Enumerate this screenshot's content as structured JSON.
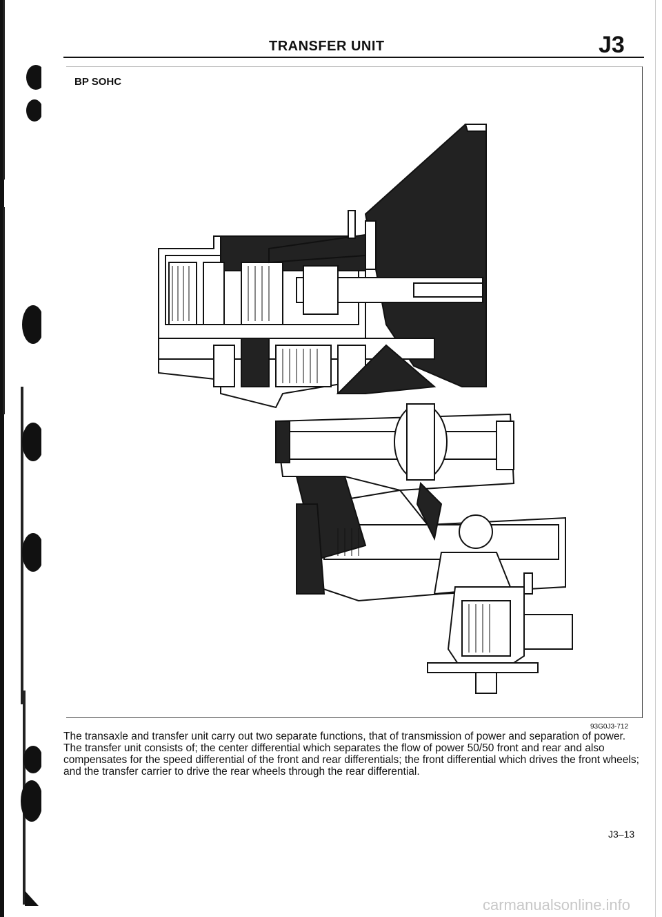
{
  "header": {
    "title": "TRANSFER UNIT",
    "section": "J3"
  },
  "figure": {
    "label": "BP SOHC",
    "code": "93G0J3-712"
  },
  "body": {
    "paragraph_1": "The transaxle and transfer unit carry out two separate functions, that of transmission of power and separation of power.",
    "paragraph_2": "The transfer unit consists of; the center differential which separates the flow of power 50/50 front and rear and also compensates for the speed differential of the front and rear differentials; the front differential which drives the front wheels; and the transfer carrier to drive the rear wheels through the rear differential."
  },
  "footer": {
    "page_number": "J3–13",
    "watermark": "carmanualsonline.info"
  }
}
